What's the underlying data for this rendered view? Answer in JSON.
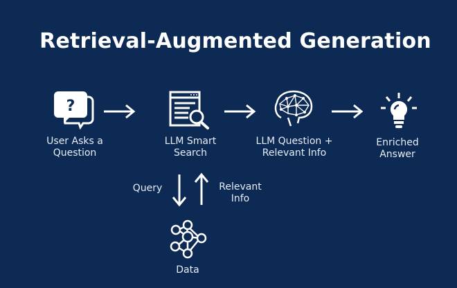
{
  "title": "Retrieval-Augmented Generation",
  "steps": [
    {
      "icon": "chat-question-icon",
      "line1": "User Asks a",
      "line2": "Question"
    },
    {
      "icon": "document-search-icon",
      "line1": "LLM Smart",
      "line2": "Search"
    },
    {
      "icon": "brain-network-icon",
      "line1": "LLM Question +",
      "line2": "Relevant Info"
    },
    {
      "icon": "lightbulb-icon",
      "line1": "Enriched",
      "line2": "Answer"
    }
  ],
  "query_label": "Query",
  "relevant_info": {
    "line1": "Relevant",
    "line2": "Info"
  },
  "data_label": "Data",
  "colors": {
    "background": "#0c2a53",
    "foreground": "#ffffff"
  }
}
